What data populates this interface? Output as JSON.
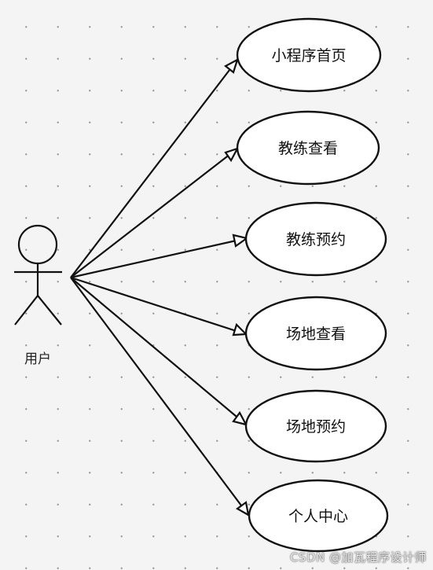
{
  "actor": {
    "label": "用户"
  },
  "use_cases": [
    {
      "id": "miniprogram-home",
      "label": "小程序首页"
    },
    {
      "id": "coach-view",
      "label": "教练查看"
    },
    {
      "id": "coach-booking",
      "label": "教练预约"
    },
    {
      "id": "venue-view",
      "label": "场地查看"
    },
    {
      "id": "venue-booking",
      "label": "场地预约"
    },
    {
      "id": "personal-center",
      "label": "个人中心"
    }
  ],
  "watermark": "CSDN @加瓦程序设计师"
}
